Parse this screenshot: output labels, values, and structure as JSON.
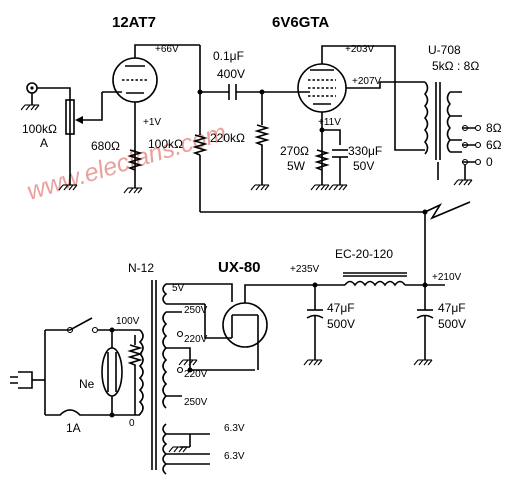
{
  "tubes": {
    "preamp": "12AT7",
    "output": "6V6GTA",
    "rectifier": "UX-80"
  },
  "transformers": {
    "output": {
      "name": "U-708",
      "spec": "5kΩ : 8Ω",
      "taps": [
        "8Ω",
        "6Ω",
        "0"
      ]
    },
    "power": {
      "name": "N-12",
      "taps": [
        "5V",
        "250V",
        "220V",
        "220V",
        "250V",
        "100V",
        "0",
        "6.3V",
        "6.3V"
      ]
    }
  },
  "components": {
    "volume_pot": [
      "100kΩ",
      "A"
    ],
    "r_cathode_pre": "680Ω",
    "r_plate": "100kΩ",
    "r_grid": "220kΩ",
    "c_coupling": [
      "0.1μF",
      "400V"
    ],
    "r_cathode_out": [
      "270Ω",
      "5W"
    ],
    "c_cathode_out": [
      "330μF",
      "50V"
    ],
    "choke": "EC-20-120",
    "c_filter1": [
      "47μF",
      "500V"
    ],
    "c_filter2": [
      "47μF",
      "500V"
    ],
    "lamp": "Ne",
    "fuse": "1A"
  },
  "voltages": {
    "v66": "+66V",
    "v1": "+1V",
    "v203": "+203V",
    "v207": "+207V",
    "v11": "+11V",
    "v235": "+235V",
    "v210": "+210V"
  },
  "watermark": "www.elecfans.com"
}
